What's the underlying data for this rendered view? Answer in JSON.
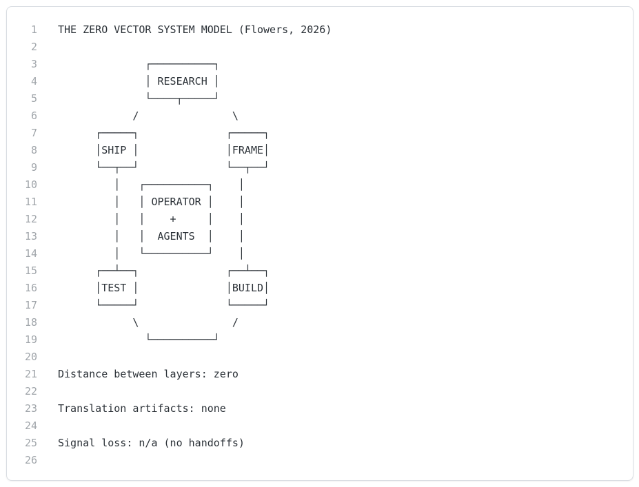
{
  "page": {
    "background_color": "#ffffff"
  },
  "card": {
    "background_color": "#ffffff",
    "border_color": "#d9dde2"
  },
  "editor": {
    "text_color": "#2b3137",
    "line_number_color": "#a0a5aa",
    "lines": [
      {
        "num": "1",
        "text": "THE ZERO VECTOR SYSTEM MODEL (Flowers, 2026)"
      },
      {
        "num": "2",
        "text": ""
      },
      {
        "num": "3",
        "text": "              ┌──────────┐"
      },
      {
        "num": "4",
        "text": "              │ RESEARCH │"
      },
      {
        "num": "5",
        "text": "              └────┬─────┘"
      },
      {
        "num": "6",
        "text": "            /               \\"
      },
      {
        "num": "7",
        "text": "      ┌─────┐              ┌─────┐"
      },
      {
        "num": "8",
        "text": "      │SHIP │              │FRAME│"
      },
      {
        "num": "9",
        "text": "      └──┬──┘              └──┬──┘"
      },
      {
        "num": "10",
        "text": "         │   ┌──────────┐    │"
      },
      {
        "num": "11",
        "text": "         │   │ OPERATOR │    │"
      },
      {
        "num": "12",
        "text": "         │   │    +     │    │"
      },
      {
        "num": "13",
        "text": "         │   │  AGENTS  │    │"
      },
      {
        "num": "14",
        "text": "         │   └──────────┘    │"
      },
      {
        "num": "15",
        "text": "      ┌──┴──┐              ┌──┴──┐"
      },
      {
        "num": "16",
        "text": "      │TEST │              │BUILD│"
      },
      {
        "num": "17",
        "text": "      └─────┘              └─────┘"
      },
      {
        "num": "18",
        "text": "            \\               /"
      },
      {
        "num": "19",
        "text": "              └──────────┘"
      },
      {
        "num": "20",
        "text": ""
      },
      {
        "num": "21",
        "text": "Distance between layers: zero"
      },
      {
        "num": "22",
        "text": ""
      },
      {
        "num": "23",
        "text": "Translation artifacts: none"
      },
      {
        "num": "24",
        "text": ""
      },
      {
        "num": "25",
        "text": "Signal loss: n/a (no handoffs)"
      },
      {
        "num": "26",
        "text": ""
      }
    ]
  }
}
